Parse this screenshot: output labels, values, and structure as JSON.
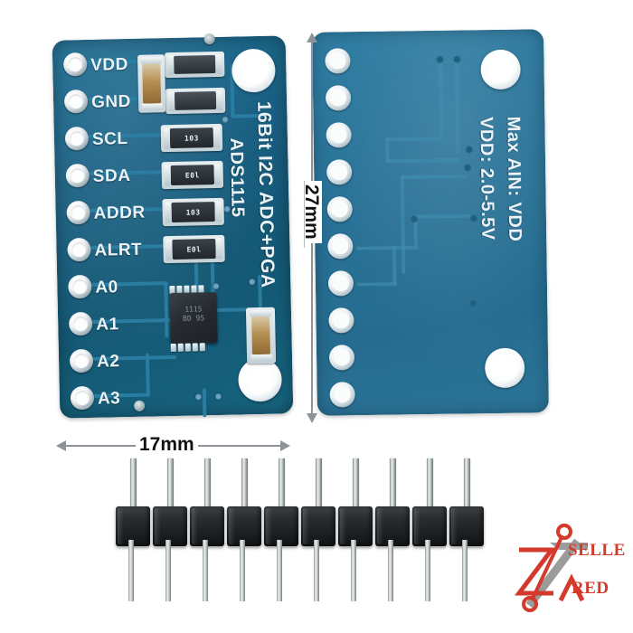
{
  "scene": {
    "description": "ADS1115 16-bit I2C ADC breakout board product photo",
    "background_color": "#ffffff"
  },
  "front_board": {
    "pcb_color": "#19627f",
    "pin_labels": [
      "VDD",
      "GND",
      "SCL",
      "SDA",
      "ADDR",
      "ALRT",
      "A0",
      "A1",
      "A2",
      "A3"
    ],
    "silkscreen": {
      "line1": "16Bit I2C ADC+PGA",
      "line2": "ADS1115"
    },
    "components": [
      {
        "name": "capacitor-c1",
        "marking": ""
      },
      {
        "name": "capacitor-c2",
        "marking": ""
      },
      {
        "name": "resistor-r1",
        "marking": "103"
      },
      {
        "name": "resistor-r2",
        "marking": "E0l"
      },
      {
        "name": "resistor-r3",
        "marking": "103"
      },
      {
        "name": "resistor-r4",
        "marking": "E0l"
      },
      {
        "name": "ic-ads1115",
        "marking": "1115\\nBD 95"
      }
    ]
  },
  "back_board": {
    "pcb_color": "#2a7398",
    "silkscreen": {
      "line1": "Max AIN: VDD",
      "line2": "VDD: 2.0-5.5V"
    }
  },
  "dimensions": {
    "width_label": "17mm",
    "height_label": "27mm"
  },
  "pin_header": {
    "name": "10-pin male header strip",
    "pin_count": 10
  },
  "watermark": {
    "text_top": "SELLE",
    "text_bottom": "RED",
    "accent_color": "#d33a2c",
    "secondary_color": "#9b9b9b"
  }
}
